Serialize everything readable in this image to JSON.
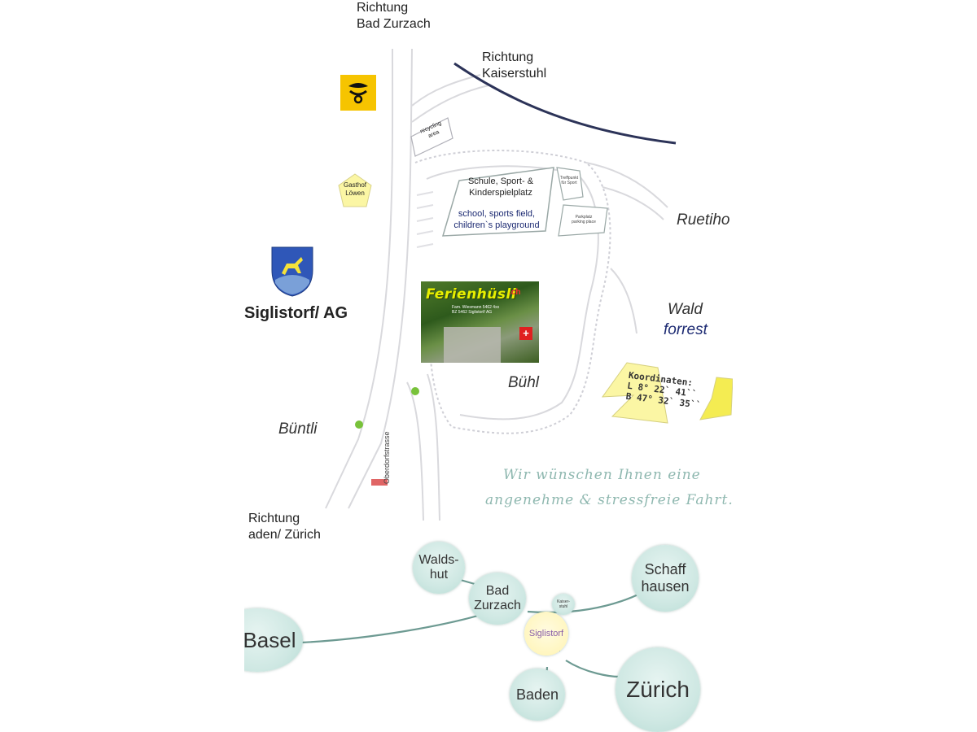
{
  "directions": {
    "north_l1": "Richtung",
    "north_l2": "Bad Zurzach",
    "northeast_l1": "Richtung",
    "northeast_l2": "Kaiserstuhl",
    "south_l1": "Richtung",
    "south_l2": "aden/ Zürich"
  },
  "places": {
    "recycling": "recycling\narea",
    "gasthof": "Gasthof\nLöwen",
    "school_de": "Schule, Sport- &\nKinderspielplatz",
    "school_en": "school, sports field,\nchildren`s playground",
    "treff": "Treffpunkt\nfür Sport",
    "parking": "Parkplatz\nparking place",
    "ruetihof": "Ruetiho",
    "wald": "Wald",
    "forrest": "forrest",
    "buehl": "Bühl",
    "buentli": "Büntli",
    "oberdorf": "Oberdorfstrasse",
    "town": "Siglistorf/ AG"
  },
  "photo": {
    "title": "Ferienhüsli",
    "suffix": ".ch",
    "address": "Fam. Wiesmann  5462 4xx\nBZ 5462 Siglistorf/ AG",
    "flag": "+"
  },
  "coordinates": {
    "heading": "Koordinaten:",
    "longitude": "L   8° 22` 41``",
    "latitude": "B  47° 32` 35``"
  },
  "wish": {
    "line1": "Wir wünschen Ihnen eine",
    "line2": "angenehme & stressfreie Fahrt."
  },
  "network": {
    "waldshut": "Walds-\nhut",
    "badzurzach": "Bad\nZurzach",
    "kaiserstuhl": "Kaiser-\nstuhl",
    "schaffhausen": "Schaff\nhausen",
    "basel": "Basel",
    "siglistorf": "Siglistorf",
    "baden": "Baden",
    "zuerich": "Zürich"
  },
  "colors": {
    "post": "#f6c400",
    "railway": "#2c3358",
    "node": "#cfe8e3",
    "node_edge": "#6d9a92",
    "sign": "#fbf6a4",
    "wish": "#8fb8b0"
  }
}
